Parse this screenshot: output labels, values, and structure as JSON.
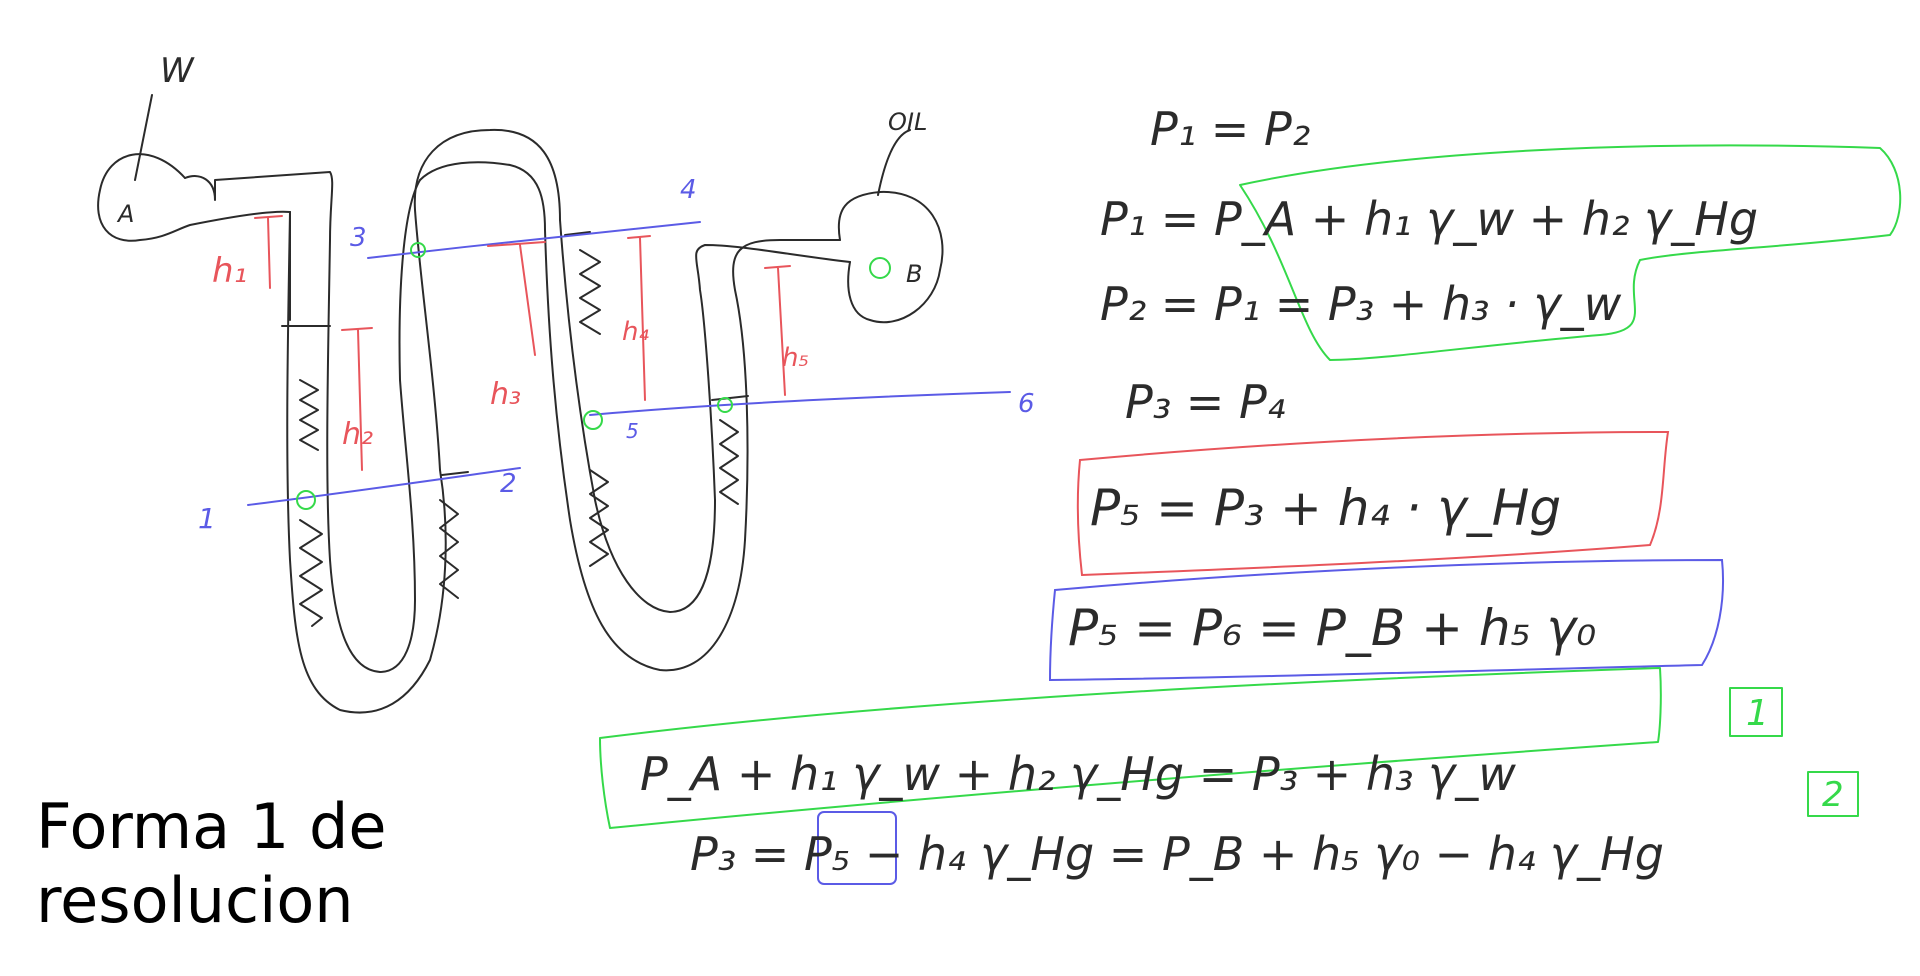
{
  "caption": {
    "line1": "Forma 1 de",
    "line2": "resolucion"
  },
  "diagram": {
    "fluids": {
      "water": "W",
      "oil": "OIL"
    },
    "points": {
      "A": "A",
      "B": "B"
    },
    "level_numbers": [
      "1",
      "2",
      "3",
      "4",
      "5",
      "6"
    ],
    "heights": [
      "h1",
      "h2",
      "h3",
      "h4",
      "h5"
    ],
    "height_labels": {
      "h1": "h₁",
      "h2": "h₂",
      "h3": "h₃",
      "h4": "h₄",
      "h5": "h₅"
    }
  },
  "equations": {
    "e1": "P₁ = P₂",
    "e2": "P₁ = P_A + h₁ γ_w + h₂ γ_Hg",
    "e3": "P₂ = P₁ = P₃ + h₃ · γ_w",
    "e4": "P₃ = P₄",
    "e5": "P₅ = P₃ + h₄ · γ_Hg",
    "e6": "P₅ = P₆ = P_B + h₅ γ₀",
    "e7": "P_A + h₁ γ_w + h₂ γ_Hg = P₃ + h₃ γ_w",
    "e8": "P₃ = P₅ − h₄ γ_Hg = P_B + h₅ γ₀ − h₄ γ_Hg",
    "tag1": "1",
    "tag2": "2"
  },
  "colors": {
    "ink": "#2b2b2b",
    "red": "#e8555b",
    "blue": "#5b5be6",
    "green": "#35d94a"
  }
}
